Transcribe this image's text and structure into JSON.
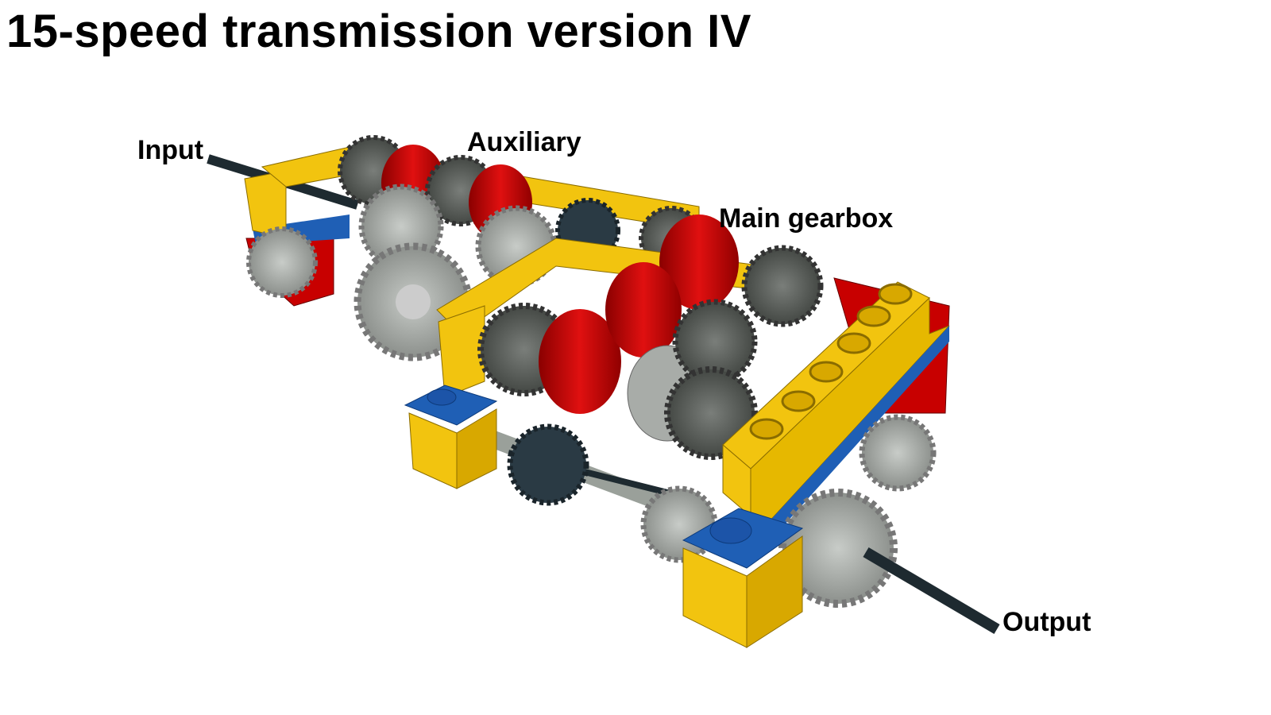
{
  "title": "15-speed transmission version IV",
  "labels": {
    "input": "Input",
    "auxiliary": "Auxiliary",
    "main_gearbox": "Main gearbox",
    "output": "Output"
  },
  "colors": {
    "beam_yellow": "#f2c40f",
    "clutch_red": "#d40000",
    "plate_blue": "#1f5fb5",
    "gear_light_gray": "#a4a8a4",
    "gear_dark_gray": "#5a5e5a",
    "axle_black": "#1e2a30"
  }
}
